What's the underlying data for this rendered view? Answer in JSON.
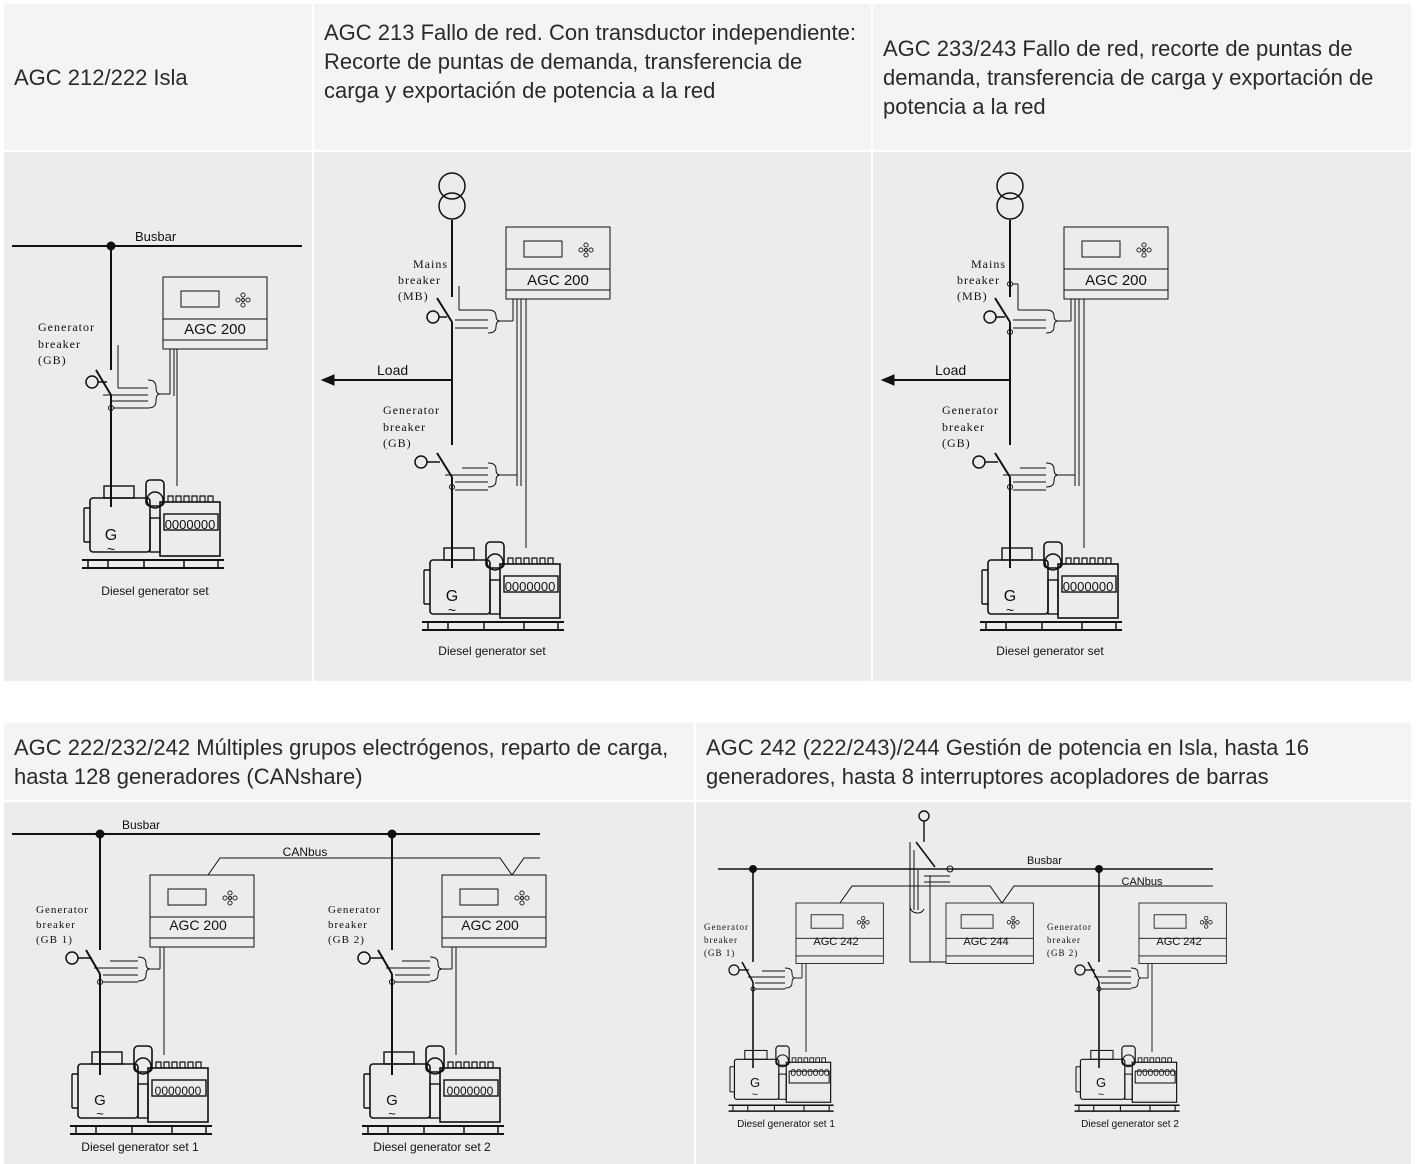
{
  "headers": {
    "h1": "AGC 212/222 Isla",
    "h2": "AGC 213 Fallo de red. Con transductor independiente: Recorte de puntas de demanda, transferencia de carga y exportación de potencia a la red",
    "h3": "AGC 233/243 Fallo de red, recorte de puntas de demanda, transferencia de carga y exportación de potencia a la red",
    "h4": "AGC 222/232/242 Múltiples grupos electrógenos, reparto de carga, hasta 128 generadores (CANshare)",
    "h5": "AGC 242 (222/243)/244 Gestión de potencia en Isla, hasta 16 generadores, hasta 8 interruptores acopladores de barras"
  },
  "labels": {
    "busbar": "Busbar",
    "canbus": "CANbus",
    "load": "Load",
    "agc200": "AGC 200",
    "agc242": "AGC 242",
    "agc244": "AGC 244",
    "generator": "Generator",
    "breaker": "breaker",
    "gb": "(GB)",
    "gb1": "(GB 1)",
    "gb2": "(GB 2)",
    "mains": "Mains",
    "mb": "(MB)",
    "diesel": "Diesel generator set",
    "diesel1": "Diesel generator set 1",
    "diesel2": "Diesel generator set  2",
    "diesel1s": "Diesel generator set 1",
    "diesel2s": "Diesel generator set 2",
    "g": "G",
    "tilde": "~",
    "digits": "0000000"
  },
  "colors": {
    "header_bg": "#f4f4f4",
    "body_bg": "#ececec",
    "line": "#111111"
  }
}
